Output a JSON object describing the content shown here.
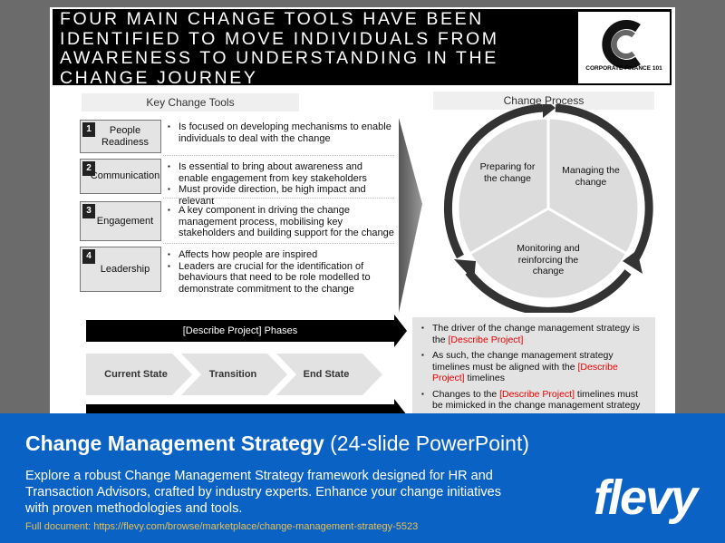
{
  "slide": {
    "title": "FOUR MAIN CHANGE TOOLS HAVE BEEN IDENTIFIED TO MOVE INDIVIDUALS FROM AWARENESS TO UNDERSTANDING IN THE CHANGE JOURNEY",
    "logo_text": "CORPORATE FINANCE 101",
    "key_tools_header": "Key Change Tools",
    "process_header": "Change Process",
    "tools": [
      {
        "num": "1",
        "name": "People Readiness",
        "points": [
          "Is focused on developing mechanisms to enable individuals to deal with the change"
        ]
      },
      {
        "num": "2",
        "name": "Communication",
        "points": [
          "Is essential to bring about awareness and enable engagement from key stakeholders",
          "Must provide direction, be high impact and relevant"
        ]
      },
      {
        "num": "3",
        "name": "Engagement",
        "points": [
          "A key component in driving the change management process, mobilising key stakeholders and building support for the change"
        ]
      },
      {
        "num": "4",
        "name": "Leadership",
        "points": [
          "Affects how people are inspired",
          "Leaders are crucial for the identification of behaviours that need to be  role modelled to demonstrate commitment to the change"
        ]
      }
    ],
    "process": [
      "Preparing for the change",
      "Managing the change",
      "Monitoring and reinforcing the change"
    ],
    "phases_bar": "[Describe Project] Phases",
    "phases": [
      "Current State",
      "Transition",
      "End State"
    ],
    "notes": [
      {
        "pre": "The driver of the change management strategy is the ",
        "red": "[Describe Project]",
        "post": ""
      },
      {
        "pre": "As such, the change management strategy timelines must be aligned with the ",
        "red": "[Describe Project]",
        "post": " timelines"
      },
      {
        "pre": "Changes to the ",
        "red": "[Describe Project]",
        "post": " timelines must be mimicked in the change management strategy"
      }
    ]
  },
  "banner": {
    "title_bold": "Change Management Strategy",
    "title_rest": " (24-slide PowerPoint)",
    "description": "Explore a robust Change Management Strategy framework designed for HR and Transaction Advisors, crafted by industry experts. Enhance your change initiatives with proven methodologies and tools.",
    "link": "Full document: https://flevy.com/browse/marketplace/change-management-strategy-5523",
    "brand": "flevy",
    "color": "#0b62c5"
  }
}
